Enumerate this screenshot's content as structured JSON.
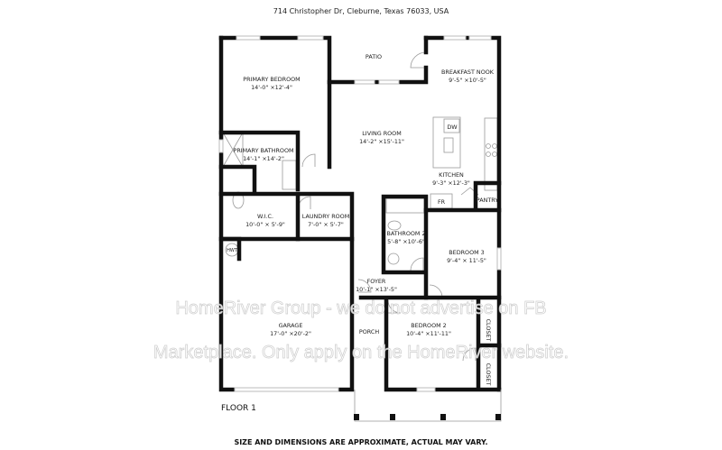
{
  "address": "714 Christopher Dr, Cleburne, Texas 76033, USA",
  "floor_label": "FLOOR 1",
  "footer_note": "SIZE AND DIMENSIONS ARE APPROXIMATE, ACTUAL MAY VARY.",
  "watermark": {
    "line1": "HomeRiver Group - we do not advertise on FB",
    "line2": "Marketplace. Only apply on the HomeRiver website."
  },
  "rooms": {
    "primary_bedroom": {
      "name": "PRIMARY BEDROOM",
      "dims": "14'-0\" ×12'-4\""
    },
    "patio": {
      "name": "PATIO"
    },
    "breakfast_nook": {
      "name": "BREAKFAST NOOK",
      "dims": "9'-5\"  ×10'-5\""
    },
    "living_room": {
      "name": "LIVING ROOM",
      "dims": "14'-2\" ×15'-11\""
    },
    "primary_bathroom": {
      "name": "PRIMARY BATHROOM",
      "dims": "14'-1\" ×14'-2\""
    },
    "kitchen": {
      "name": "KITCHEN",
      "dims": "9'-3\"  ×12'-3\""
    },
    "pantry": {
      "name": "PANTRY"
    },
    "wic": {
      "name": "W.I.C.",
      "dims": "10'-0\" × 5'-9\""
    },
    "laundry": {
      "name": "LAUNDRY ROOM",
      "dims": "7'-0\" × 5'-7\""
    },
    "bathroom2": {
      "name": "BATHROOM 2",
      "dims": "5'-8\"  ×10'-6\""
    },
    "bedroom3": {
      "name": "BEDROOM 3",
      "dims": "9'-4\"  × 11'-5\""
    },
    "foyer": {
      "name": "FOYER",
      "dims": "10'-1\" ×13'-5\""
    },
    "garage": {
      "name": "GARAGE",
      "dims": "17'-0\" ×20'-2\""
    },
    "porch": {
      "name": "PORCH"
    },
    "bedroom2": {
      "name": "BEDROOM 2",
      "dims": "10'-4\" ×11'-11\""
    },
    "closet_upper": {
      "name": "CLOSET"
    },
    "closet_lower": {
      "name": "CLOSET"
    }
  },
  "fixtures": {
    "dishwasher": "DW",
    "fridge": "FR",
    "water_heater": "HWT"
  }
}
